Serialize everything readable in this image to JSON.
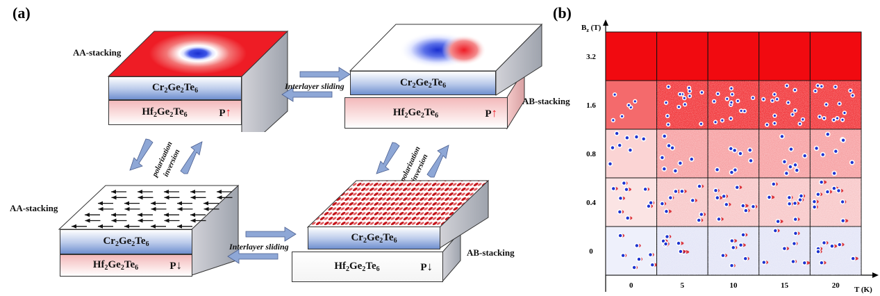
{
  "panel_a": {
    "label": "(a)",
    "cr_material": {
      "base": "Cr",
      "s1": "2",
      "mid": "Ge",
      "s2": "2",
      "end": "Te",
      "s3": "6"
    },
    "hf_material": {
      "base": "Hf",
      "s1": "2",
      "mid": "Ge",
      "s2": "2",
      "end": "Te",
      "s3": "6"
    },
    "polar_letter": "P",
    "polar_up": "↑",
    "polar_down": "↓",
    "stack_aa": "AA-stacking",
    "stack_ab": "AB-stacking",
    "sliding": "Interlayer sliding",
    "inversion_1": "polarization",
    "inversion_2": "inversion",
    "colors": {
      "red": "#ee1c25",
      "blue": "#1f3fd6",
      "arrow_fill": "#8ea7d6"
    }
  },
  "panel_b": {
    "label": "(b)",
    "y_axis_label": "B",
    "y_axis_sub": "z",
    "y_axis_unit": " (T)",
    "x_axis_label": "T (K)",
    "b_values": [
      "3.2",
      "1.6",
      "0.8",
      "0.4",
      "0"
    ],
    "t_values": [
      "0",
      "5",
      "10",
      "15",
      "20"
    ]
  },
  "chart_data": {
    "type": "heatmap",
    "x": [
      0,
      5,
      10,
      15,
      20
    ],
    "y": [
      3.2,
      1.6,
      0.8,
      0.4,
      0
    ],
    "xlabel": "T (K)",
    "ylabel": "Bz (T)"
  }
}
